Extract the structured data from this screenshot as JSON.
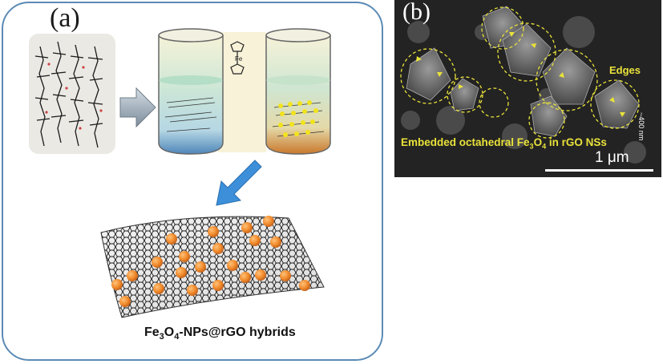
{
  "panel_a": {
    "label": "(a)",
    "hybrid_label_prefix": "Fe",
    "hybrid_label_sub1": "3",
    "hybrid_label_mid": "O",
    "hybrid_label_sub2": "4",
    "hybrid_label_suffix": "-NPs@rGO hybrids"
  },
  "panel_b": {
    "label": "(b)",
    "caption_prefix": "Embedded octahedral Fe",
    "caption_sub1": "3",
    "caption_mid": "O",
    "caption_sub2": "4",
    "caption_suffix": " in rGO NSs",
    "edges_label": "Edges",
    "size_label": "~400 nm",
    "scale_label": "1 μm"
  },
  "colors": {
    "panel_border": "#5b8bb5",
    "nanoparticle": "#f08a2c",
    "arrow_blue": "#3c8fd8",
    "arrow_gray": "#8e9aa6",
    "annotation_yellow": "#e9e23a"
  }
}
